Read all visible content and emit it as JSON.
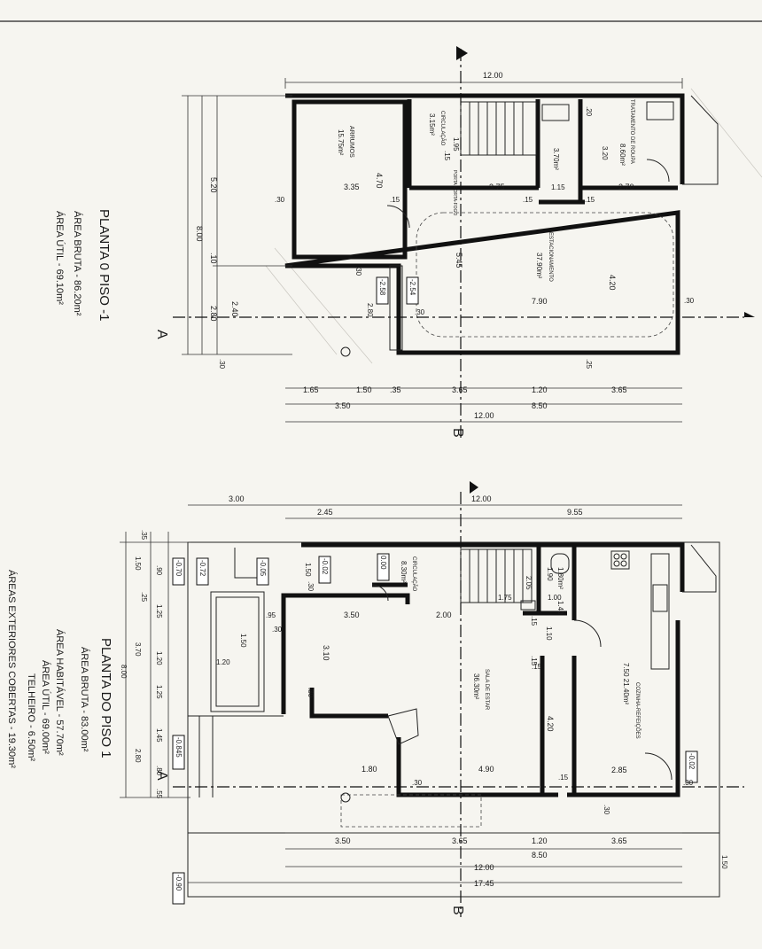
{
  "plan_piso_menos1": {
    "title": "PLANTA 0 PISO -1",
    "area_bruta": "ÁREA BRUTA  -  86.20m²",
    "area_util": "ÁREA ÚTIL  -  69.10m²",
    "rooms": {
      "arrumos": "ARRUMOS",
      "arrumos_area": "15.75m²",
      "circulacao": "CIRCULAÇÃO",
      "circulacao_area": "3.15m²",
      "estacionamento": "ESTACIONAMENTO",
      "estacionamento_area": "37.90m²",
      "tratamento_roupa": "TRATAMENTO DE ROUPA",
      "tratamento_roupa_area": "8.60m²",
      "wc_area": "3.70m²",
      "porta": "PORTA CORTA-FOGO"
    },
    "dims": {
      "top_total": "12.00",
      "left_520": "5.20",
      "left_800": "8.00",
      "left_10": ".10",
      "left_240": "2.40",
      "left_280": "2.80",
      "left_30": ".30",
      "d_470": "4.70",
      "d_335": "3.35",
      "d_30a": ".30",
      "d_15a": ".15",
      "d_375": "3.75",
      "d_195": "1.95",
      "d_15b": ".15",
      "d_320": "3.20",
      "d_270": "2.70",
      "d_20": ".20",
      "d_115": "1.15",
      "d_15c": ".15",
      "d_15d": ".15",
      "d_545": "5.45",
      "d_420": "4.20",
      "d_790": "7.90",
      "d_30b": ".30",
      "d_30c": ".30",
      "d_280": "2.80",
      "d_30d": ".30",
      "d_25": ".25",
      "lvl_258": "-2.58",
      "lvl_254": "-2.54",
      "b_165": "1.65",
      "b_150": "1.50",
      "b_35": ".35",
      "b_365a": "3.65",
      "b_120": "1.20",
      "b_365b": "3.65",
      "b_350": "3.50",
      "b_850": "8.50",
      "b_1200": "12.00"
    },
    "section_a": "A",
    "section_b": "B"
  },
  "plan_piso_1": {
    "title": "PLANTA DO PISO 1",
    "area_bruta": "ÁREA BRUTA  -  83.00m²",
    "area_habitavel": "ÁREA HABITÁVEL  -  57.70m²",
    "area_util": "ÁREA ÚTIL  -  69.00m²",
    "telheiro": "TELHEIRO  -  6.50m²",
    "areas_exteriores": "ÁREAS EXTERIORES COBERTAS  -  19.30m²",
    "rooms": {
      "circulacao": "CIRCULAÇÃO",
      "circulacao_area": "8.30m²",
      "sala": "SALA DE ESTAR",
      "sala_area": "36.30m²",
      "cozinha": "COZINHA-REFEIÇÕES",
      "cozinha_area": "7.50  21.40m²",
      "wc_area": "1.80m²"
    },
    "dims": {
      "top_300": "3.00",
      "top_245": "2.45",
      "top_1200": "12.00",
      "top_955": "9.55",
      "l_35": ".35",
      "l_150": "1.50",
      "l_90": ".90",
      "l_25": ".25",
      "l_125a": "1.25",
      "l_370": "3.70",
      "l_120a": "1.20",
      "l_800": "8.00",
      "l_125b": "1.25",
      "l_145": "1.45",
      "l_280": "2.80",
      "l_80": ".80",
      "l_55": ".55",
      "lvl_070": "-0.70",
      "lvl_072": "-0.72",
      "lvl_005": "-0.05",
      "lvl_002a": "-0.02",
      "lvl_000": "0.00",
      "lvl_0845": "-0.845",
      "lvl_002b": "-0.02",
      "lvl_090": "-0.90",
      "d_150": "1.50",
      "d_30a": ".30",
      "d_95": ".95",
      "d_350": "3.50",
      "d_30b": ".30",
      "d_120": "1.20",
      "d_310": "3.10",
      "d_30c": ".30",
      "d_200": "2.00",
      "d_175": "1.75",
      "d_205": "2.05",
      "d_190": "1.90",
      "d_100": "1.00",
      "d_140": "1.40",
      "d_110": "1.10",
      "d_15a": ".15",
      "d_15b": ".15",
      "d_15c": ".15",
      "d_420": "4.20",
      "d_180": "1.80",
      "d_490": "4.90",
      "d_30d": ".30",
      "d_15d": ".15",
      "d_285": "2.85",
      "d_30e": ".30",
      "d_30f": ".30",
      "b_350": "3.50",
      "b_365a": "3.65",
      "b_120": "1.20",
      "b_365b": "3.65",
      "b_850": "8.50",
      "b_1200": "12.00",
      "b_1745": "17.45",
      "b_150": "1.50"
    },
    "section_a": "A",
    "section_b": "B"
  }
}
